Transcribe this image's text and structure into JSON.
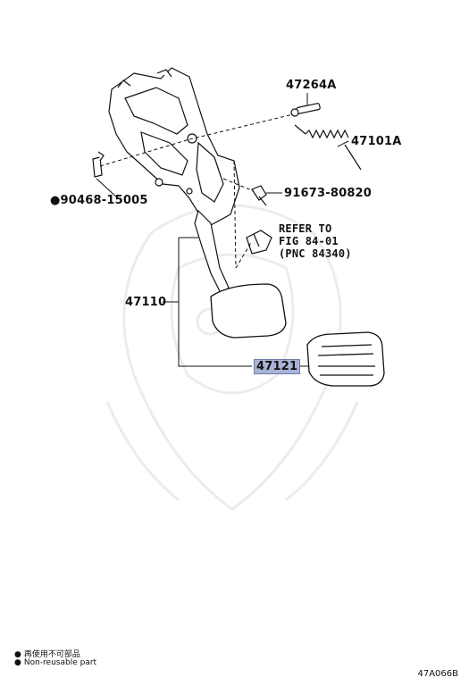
{
  "parts": {
    "pin": "47264A",
    "spring": "47101A",
    "clip": "90468-15005",
    "bolt": "91673-80820",
    "arm": "47110",
    "pad": "47121"
  },
  "refer": {
    "line1": "REFER TO",
    "line2": "FIG 84-01",
    "line3": "(PNC 84340)"
  },
  "legend": {
    "line1_text": "再使用不可部品",
    "line2_text": "Non-reusable part"
  },
  "footer": {
    "code": "47A066B"
  },
  "highlight_color": "#a9b3d6"
}
